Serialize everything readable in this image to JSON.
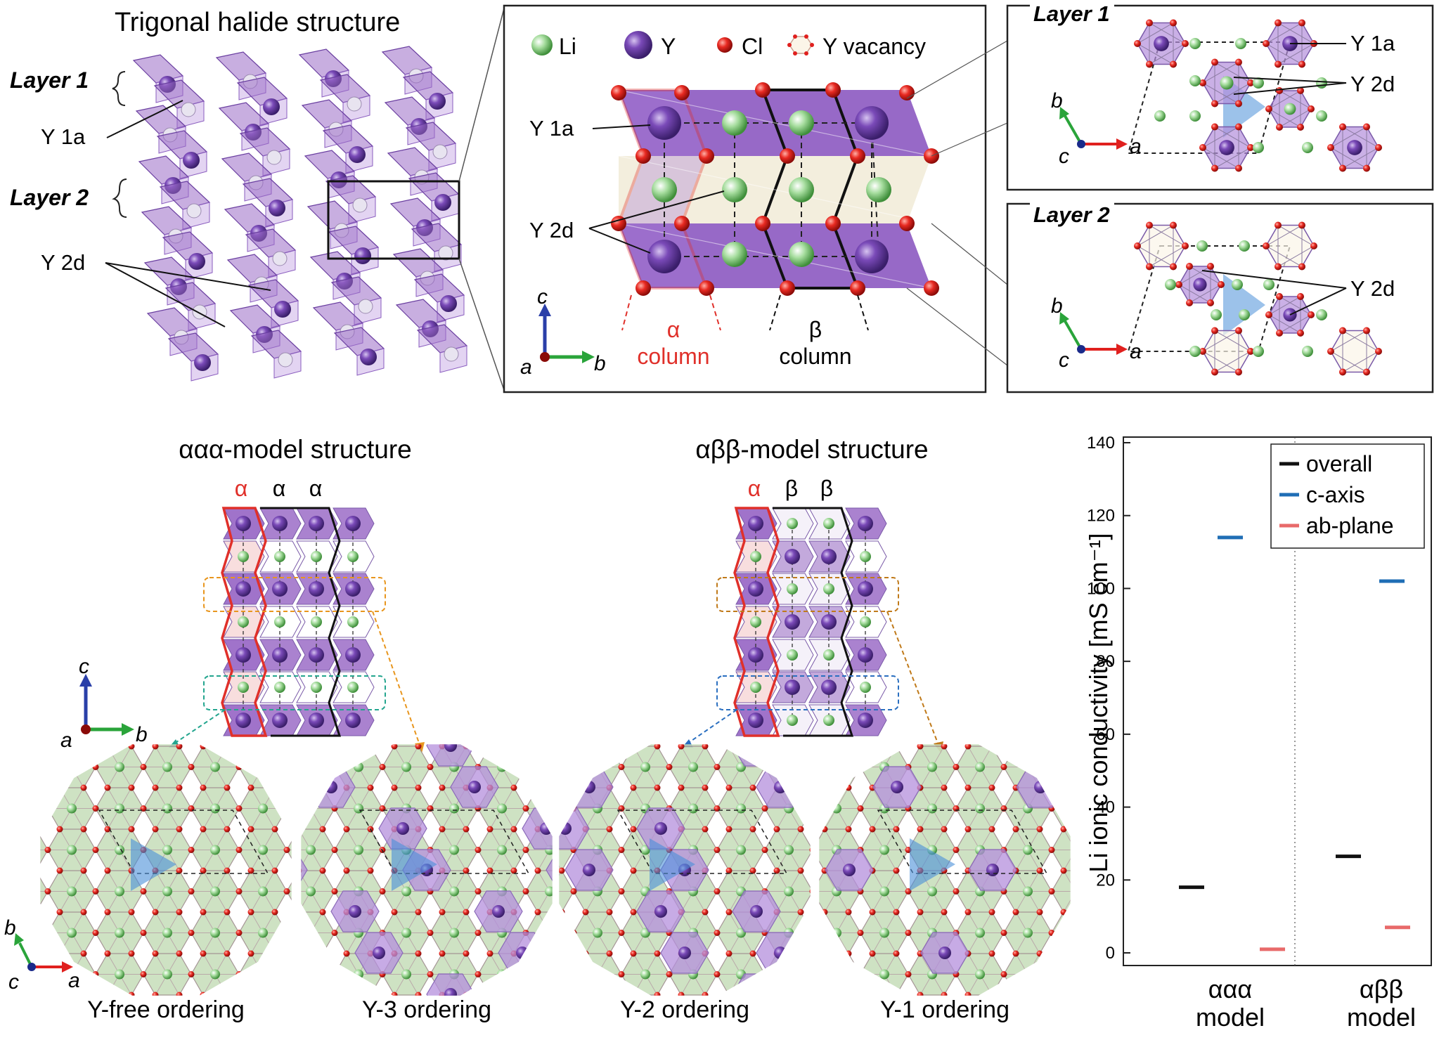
{
  "colors": {
    "li": "#7fc77a",
    "y": "#6a3fa0",
    "cl": "#e0201e",
    "alpha": "#e0302a",
    "beta": "#111111",
    "overall": "#111111",
    "c_axis": "#1f6eb5",
    "ab_plane": "#e86a6a",
    "poly_purple": "#9b6cc7",
    "poly_green": "#b7d7a8",
    "tri_blue": "#4a90d9"
  },
  "panel_a": {
    "title": "Trigonal halide structure",
    "layer1": "Layer 1",
    "layer2": "Layer 2",
    "y1a": "Y 1a",
    "y2d": "Y 2d"
  },
  "panel_b": {
    "legend": [
      "Li",
      "Y",
      "Cl",
      "Y vacancy"
    ],
    "y1a": "Y 1a",
    "y2d": "Y 2d",
    "alpha": "α",
    "beta": "β",
    "column": "column",
    "axes": {
      "c": "c",
      "a": "a",
      "b": "b"
    }
  },
  "panel_c": {
    "layer1": "Layer 1",
    "layer2": "Layer 2",
    "y1a": "Y 1a",
    "y2d": "Y 2d",
    "axes": {
      "b": "b",
      "c": "c",
      "a": "a"
    }
  },
  "models": {
    "aaa_title": "ααα-model structure",
    "abb_title": "αββ-model structure",
    "aaa_cols": [
      "α",
      "α",
      "α"
    ],
    "abb_cols": [
      "α",
      "β",
      "β"
    ],
    "axes": {
      "c": "c",
      "a": "a",
      "b": "b"
    },
    "axes2": {
      "b": "b",
      "c": "c",
      "a": "a"
    }
  },
  "orderings": [
    "Y-free ordering",
    "Y-3 ordering",
    "Y-2 ordering",
    "Y-1 ordering"
  ],
  "chart_data": {
    "type": "scatter",
    "title": "",
    "ylabel": "Li ionic conductivity [mS cm⁻¹]",
    "ylim": [
      0,
      140
    ],
    "yticks": [
      0,
      20,
      40,
      60,
      80,
      100,
      120,
      140
    ],
    "categories": [
      [
        "ααα",
        "model"
      ],
      [
        "αββ",
        "model"
      ]
    ],
    "legend": [
      "overall",
      "c-axis",
      "ab-plane"
    ],
    "legend_placement": "top-right",
    "series": [
      {
        "name": "overall",
        "values": [
          18,
          26.5
        ]
      },
      {
        "name": "c-axis",
        "values": [
          114,
          102
        ]
      },
      {
        "name": "ab-plane",
        "values": [
          1,
          7
        ]
      }
    ]
  }
}
